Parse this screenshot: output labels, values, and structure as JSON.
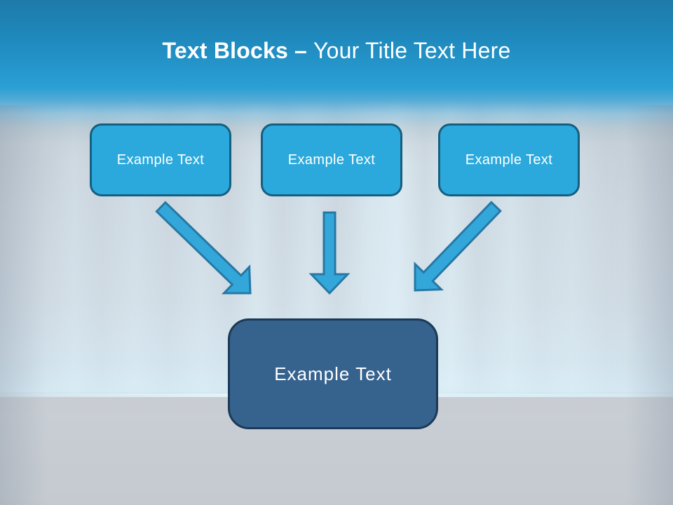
{
  "colors": {
    "title-color": "#FFFFFF",
    "block-fill": "#2BA9DC",
    "block-border": "#155F80",
    "center-fill": "#36628E",
    "center-border": "#1C3A57",
    "arrow-fill": "#34A7DA",
    "arrow-stroke": "#2678A4"
  },
  "title": {
    "bold": "Text Blocks",
    "dash": "–",
    "regular": "Your Title Text Here"
  },
  "blocks": {
    "top": [
      {
        "label": "Example Text"
      },
      {
        "label": "Example Text"
      },
      {
        "label": "Example Text"
      }
    ],
    "center": {
      "label": "Example Text"
    }
  },
  "icons": {
    "arrows": [
      "arrow-down-right",
      "arrow-down",
      "arrow-down-left"
    ]
  }
}
